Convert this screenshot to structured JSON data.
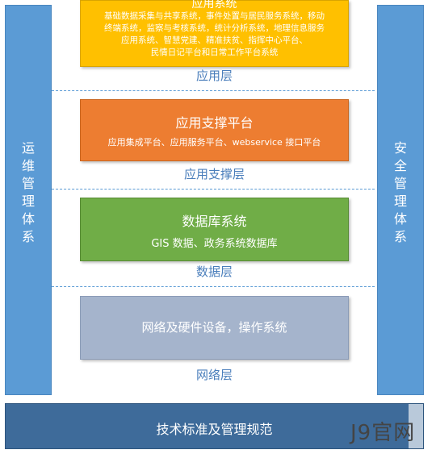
{
  "left_column": {
    "label": [
      "运",
      "维",
      "管",
      "理",
      "体",
      "系"
    ]
  },
  "right_column": {
    "label": [
      "安",
      "全",
      "管",
      "理",
      "体",
      "系"
    ]
  },
  "application": {
    "title": "应用系统",
    "lines": [
      "基础数据采集与共享系统，事件处置与居民服务系统，移动",
      "终端系统，监察与考核系统，统计分析系统，地理信息服务",
      "应用系统、智慧党建、精准扶贫、指挥中心平台、",
      "民情日记平台和日常工作平台系统"
    ],
    "layer": "应用层",
    "color": "#ffc000"
  },
  "support": {
    "title": "应用支撑平台",
    "subtitle": "应用集成平台、应用服务平台、webservice 接口平台",
    "layer": "应用支撑层",
    "color": "#ed7d31"
  },
  "database": {
    "title": "数据库系统",
    "subtitle": "GIS 数据、政务系统数据库",
    "layer": "数据层",
    "color": "#70ad47"
  },
  "network": {
    "title": "网络及硬件设备，操作系统",
    "layer": "网络层",
    "color": "#a5b4cc"
  },
  "footer": {
    "label": "技术标准及管理规范"
  },
  "watermark": "J9官网"
}
